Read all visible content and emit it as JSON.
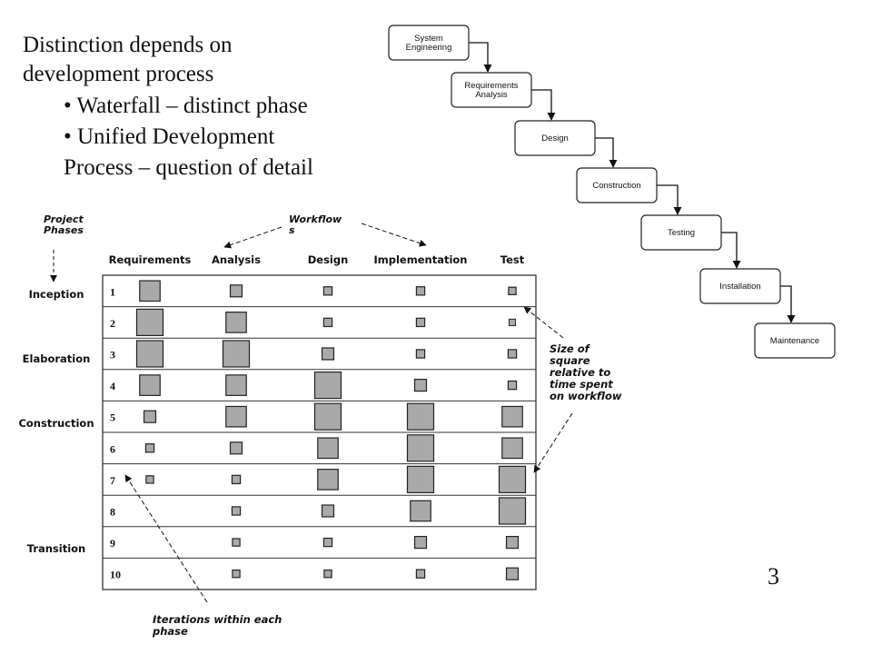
{
  "slide": {
    "lines": [
      "Distinction depends on",
      "development process",
      "• Waterfall – distinct phase",
      "• Unified Development",
      "Process – question of detail"
    ],
    "page_number": "3"
  },
  "waterfall": {
    "steps": [
      "System\nEngineering",
      "Requirements\nAnalysis",
      "Design",
      "Construction",
      "Testing",
      "Installation",
      "Maintenance"
    ]
  },
  "up_chart": {
    "project_phases_label": "Project\nPhases",
    "workflows_label": "Workflow\ns",
    "workflows": [
      "Requirements",
      "Analysis",
      "Design",
      "Implementation",
      "Test"
    ],
    "phases": [
      {
        "name": "Inception",
        "iterations": [
          1,
          2
        ]
      },
      {
        "name": "Elaboration",
        "iterations": [
          3,
          4
        ]
      },
      {
        "name": "Construction",
        "iterations": [
          5,
          6,
          7,
          8
        ]
      },
      {
        "name": "Transition",
        "iterations": [
          9,
          10
        ]
      }
    ],
    "effort": [
      [
        3,
        1,
        0.5,
        0.5,
        0.4
      ],
      [
        5,
        3,
        0.5,
        0.5,
        0.3
      ],
      [
        5,
        5,
        1,
        0.5,
        0.5
      ],
      [
        3,
        3,
        5,
        1,
        0.5
      ],
      [
        1,
        3,
        5,
        5,
        3
      ],
      [
        0.5,
        1,
        3,
        5,
        3
      ],
      [
        0.4,
        0.5,
        3,
        5,
        5
      ],
      [
        0,
        0.5,
        1,
        3,
        5
      ],
      [
        0,
        0.4,
        0.5,
        1,
        1
      ],
      [
        0,
        0.4,
        0.4,
        0.5,
        1
      ]
    ],
    "size_note": "Size of\nsquare\nrelative to\ntime spent\non workflow",
    "iterations_note": "Iterations within each\nphase"
  }
}
